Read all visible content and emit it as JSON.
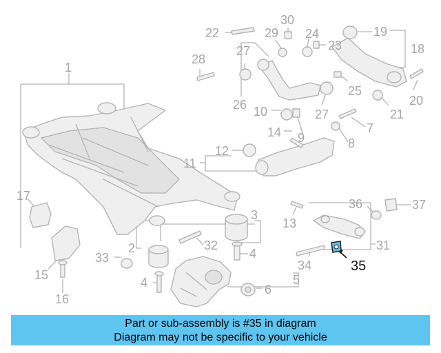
{
  "diagram": {
    "callouts": [
      "1",
      "2",
      "3",
      "4",
      "4",
      "5",
      "6",
      "7",
      "8",
      "9",
      "10",
      "11",
      "12",
      "13",
      "14",
      "15",
      "16",
      "17",
      "18",
      "19",
      "20",
      "21",
      "22",
      "23",
      "24",
      "25",
      "26",
      "27",
      "27",
      "28",
      "29",
      "30",
      "31",
      "32",
      "33",
      "34",
      "35",
      "36",
      "37"
    ],
    "highlighted_callout": "35",
    "colors": {
      "line_gray": "#b3b3b3",
      "label_gray": "#a6a6a6",
      "highlight_fill": "#5ec5f1"
    }
  },
  "banner": {
    "line1": "Part or sub-assembly is #35 in diagram",
    "line2": "Diagram may not be specific to your vehicle",
    "color": "#5ec5f1"
  }
}
